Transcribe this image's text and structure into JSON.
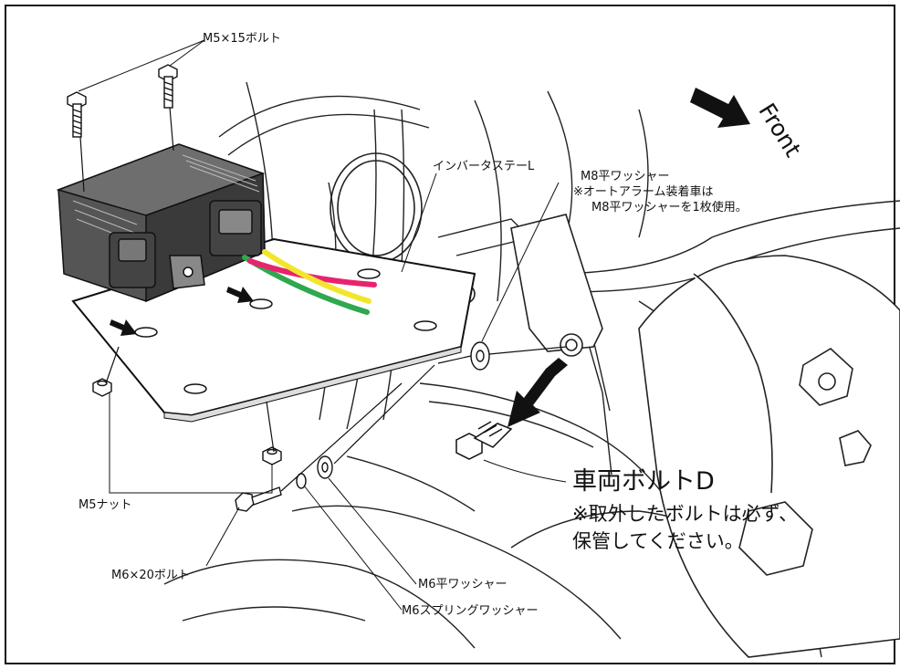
{
  "labels": {
    "bolt_m5x15": "M5×15ボルト",
    "inverter_stay": "インバータステーL",
    "m8_washer": "M8平ワッシャー",
    "alarm_note_1": "※オートアラーム装着車は",
    "alarm_note_2": "M8平ワッシャーを1枚使用。",
    "front": "Front",
    "vehicle_bolt_d": "車両ボルトD",
    "removed_note_1": "※取外したボルトは必ず、",
    "removed_note_2": "保管してください。",
    "nut_m5": "M5ナット",
    "bolt_m6x20": "M6×20ボルト",
    "washer_m6": "M6平ワッシャー",
    "spring_washer_m6": "M6スプリングワッシャー"
  },
  "icons": [
    "direction-arrow-icon",
    "insert-arrow-icon"
  ],
  "wire_colors": {
    "yellow": "#f2e62c",
    "pink": "#e8236e",
    "green": "#2fa84f"
  }
}
